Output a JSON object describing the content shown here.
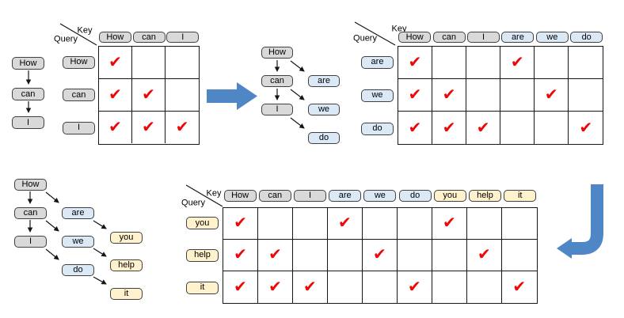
{
  "labels": {
    "key": "Key",
    "query": "Query"
  },
  "checkmark_glyph": "✔",
  "colors": {
    "gray_token_fill": "#d9d9d9",
    "blue_token_fill": "#dbe9f7",
    "yellow_token_fill": "#fff2cc",
    "token_border": "#404040",
    "check_red": "#ee0707",
    "flow_arrow_blue": "#4e86c6"
  },
  "chains": [
    {
      "id": "chain-1",
      "tokens": [
        {
          "label": "How",
          "color": "gray"
        },
        {
          "label": "can",
          "color": "gray"
        },
        {
          "label": "I",
          "color": "gray"
        }
      ]
    },
    {
      "id": "chain-2",
      "tokens": [
        {
          "label": "How",
          "color": "gray"
        },
        {
          "label": "can",
          "color": "gray"
        },
        {
          "label": "I",
          "color": "gray"
        },
        {
          "label": "are",
          "color": "blue"
        },
        {
          "label": "we",
          "color": "blue"
        },
        {
          "label": "do",
          "color": "blue"
        }
      ]
    },
    {
      "id": "chain-3",
      "tokens": [
        {
          "label": "How",
          "color": "gray"
        },
        {
          "label": "can",
          "color": "gray"
        },
        {
          "label": "I",
          "color": "gray"
        },
        {
          "label": "are",
          "color": "blue"
        },
        {
          "label": "we",
          "color": "blue"
        },
        {
          "label": "do",
          "color": "blue"
        },
        {
          "label": "you",
          "color": "yellow"
        },
        {
          "label": "help",
          "color": "yellow"
        },
        {
          "label": "it",
          "color": "yellow"
        }
      ]
    }
  ],
  "matrices": [
    {
      "id": "matrix-1",
      "keys": [
        {
          "label": "How",
          "color": "gray"
        },
        {
          "label": "can",
          "color": "gray"
        },
        {
          "label": "I",
          "color": "gray"
        }
      ],
      "queries": [
        {
          "label": "How",
          "color": "gray"
        },
        {
          "label": "can",
          "color": "gray"
        },
        {
          "label": "I",
          "color": "gray"
        }
      ],
      "mask": [
        [
          1,
          0,
          0
        ],
        [
          1,
          1,
          0
        ],
        [
          1,
          1,
          1
        ]
      ]
    },
    {
      "id": "matrix-2",
      "keys": [
        {
          "label": "How",
          "color": "gray"
        },
        {
          "label": "can",
          "color": "gray"
        },
        {
          "label": "I",
          "color": "gray"
        },
        {
          "label": "are",
          "color": "blue"
        },
        {
          "label": "we",
          "color": "blue"
        },
        {
          "label": "do",
          "color": "blue"
        }
      ],
      "queries": [
        {
          "label": "are",
          "color": "blue"
        },
        {
          "label": "we",
          "color": "blue"
        },
        {
          "label": "do",
          "color": "blue"
        }
      ],
      "mask": [
        [
          1,
          0,
          0,
          1,
          0,
          0
        ],
        [
          1,
          1,
          0,
          0,
          1,
          0
        ],
        [
          1,
          1,
          1,
          0,
          0,
          1
        ]
      ]
    },
    {
      "id": "matrix-3",
      "keys": [
        {
          "label": "How",
          "color": "gray"
        },
        {
          "label": "can",
          "color": "gray"
        },
        {
          "label": "I",
          "color": "gray"
        },
        {
          "label": "are",
          "color": "blue"
        },
        {
          "label": "we",
          "color": "blue"
        },
        {
          "label": "do",
          "color": "blue"
        },
        {
          "label": "you",
          "color": "yellow"
        },
        {
          "label": "help",
          "color": "yellow"
        },
        {
          "label": "it",
          "color": "yellow"
        }
      ],
      "queries": [
        {
          "label": "you",
          "color": "yellow"
        },
        {
          "label": "help",
          "color": "yellow"
        },
        {
          "label": "it",
          "color": "yellow"
        }
      ],
      "mask": [
        [
          1,
          0,
          0,
          1,
          0,
          0,
          1,
          0,
          0
        ],
        [
          1,
          1,
          0,
          0,
          1,
          0,
          0,
          1,
          0
        ],
        [
          1,
          1,
          1,
          0,
          0,
          1,
          0,
          0,
          1
        ]
      ]
    }
  ]
}
